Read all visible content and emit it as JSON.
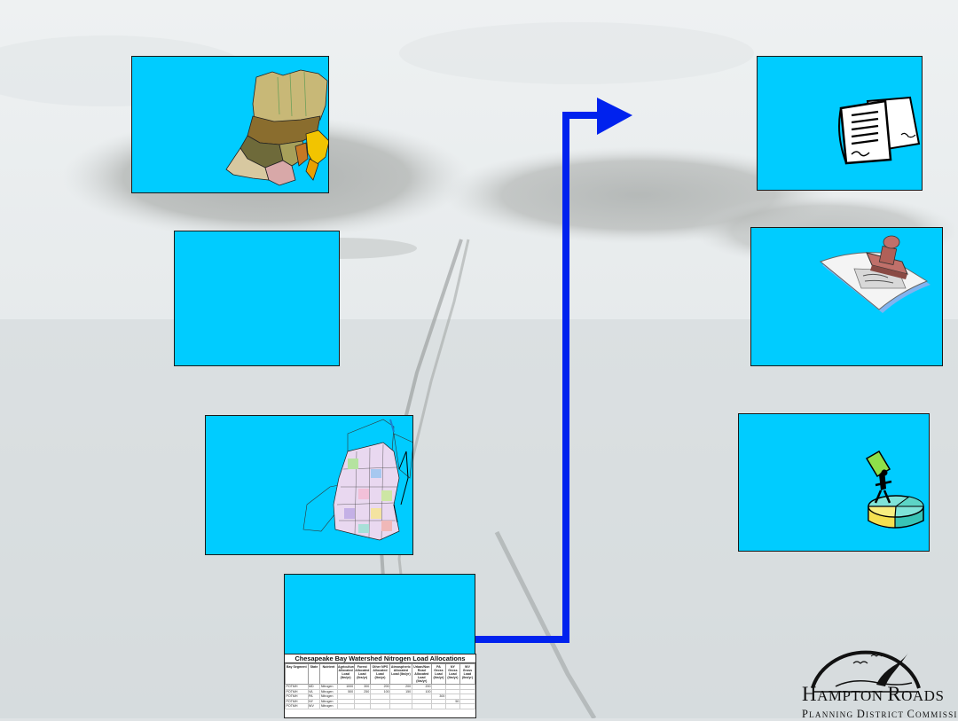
{
  "background": {
    "description_colors": {
      "sky": "#e4e8ea",
      "water": "#c9d0d3",
      "land": "#a7aaa8"
    }
  },
  "accent": {
    "box_fill": "#00ccff",
    "arrow": "#0022ee"
  },
  "table": {
    "title": "Chesapeake Bay Watershed Nitrogen Load Allocations",
    "headers": [
      "Bay Segment",
      "State",
      "Nutrient",
      "Agriculture Allocated Load (lbs/yr)",
      "Forest Allocated Load (lbs/yr)",
      "Other NPS Allocated Load (lbs/yr)",
      "Atmospheric Allocated Load (lbs/yr)",
      "Urban/Non Road Allocated Load (lbs/yr)",
      "PA Gross Load (lbs/yr)",
      "NY Gross Load (lbs/yr)",
      "WV Gross Load (lbs/yr)"
    ],
    "rows": [
      [
        "POTMH",
        "MD",
        "Nitrogen",
        "1000",
        "300",
        "200",
        "200",
        "200",
        "",
        "",
        ""
      ],
      [
        "POTMH",
        "VA",
        "Nitrogen",
        "500",
        "250",
        "100",
        "150",
        "100",
        "",
        "",
        ""
      ],
      [
        "POTMH",
        "PA",
        "Nitrogen",
        "",
        "",
        "",
        "",
        "",
        "300",
        "",
        ""
      ],
      [
        "POTMH",
        "NY",
        "Nitrogen",
        "",
        "",
        "",
        "",
        "",
        "",
        "50",
        ""
      ],
      [
        "POTMH",
        "WV",
        "Nitrogen",
        "",
        "",
        "",
        "",
        "",
        "",
        "",
        ""
      ]
    ]
  },
  "icons": {
    "map1": "watershed-basins-map-icon",
    "map2": "county-segments-map-icon",
    "doc": "documents-icon",
    "stamp": "approval-stamp-icon",
    "pie": "pie-chart-icon"
  },
  "logo": {
    "word1_first": "H",
    "word1_rest": "AMPTON ",
    "word1_first2": "R",
    "word1_rest2": "OADS",
    "word2_first": "P",
    "word2_rest": "LANNING ",
    "word2_first2": "D",
    "word2_rest2": "ISTRICT ",
    "word2_first3": "C",
    "word2_rest3": "OMMISSION"
  }
}
